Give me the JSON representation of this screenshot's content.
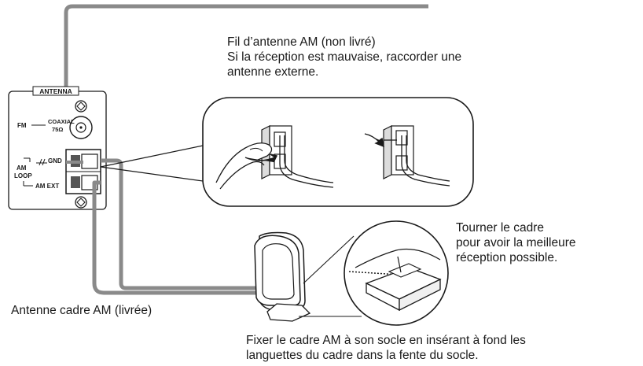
{
  "panel": {
    "header": "ANTENNA",
    "fm_label": "FM",
    "coaxial_label": "COAXIAL",
    "ohm_label": "75Ω",
    "gnd_label": "GND",
    "am_label": "AM",
    "loop_label": "LOOP",
    "am_ext_label": "AM EXT"
  },
  "annotations": {
    "wire_line1": "Fil d’antenne AM (non livré)",
    "wire_line2": "Si la réception est mauvaise, raccorder une",
    "wire_line3": "antenne externe.",
    "rotate_line1": "Tourner le cadre",
    "rotate_line2": "pour avoir la meilleure",
    "rotate_line3": "réception possible.",
    "loop_antenna": "Antenne cadre AM (livrée)",
    "fix_line1": "Fixer le cadre AM à son socle en insérant à fond les",
    "fix_line2": "languettes du cadre dans la fente du socle."
  },
  "colors": {
    "cable": "#8a8a8a",
    "line": "#1a1a1a"
  }
}
